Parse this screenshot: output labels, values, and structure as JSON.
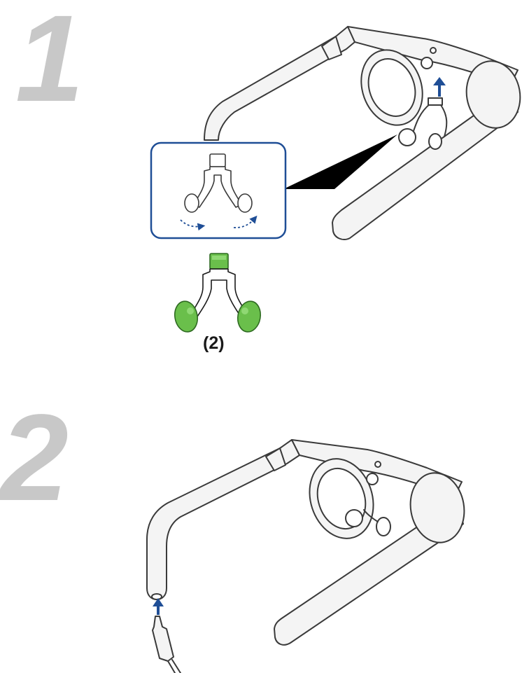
{
  "steps": [
    {
      "number": "1"
    },
    {
      "number": "2"
    }
  ],
  "part_label": "(2)",
  "colors": {
    "outline": "#3a3a3a",
    "frame_fill": "#f4f4f4",
    "arrow": "#1f4e96",
    "callout_border": "#1f4e96",
    "callout_wedge": "#000000",
    "nose_pad_green": "#6abf4b",
    "nose_pad_green_dark": "#2f6b22",
    "step_number": "#c8c8c8"
  },
  "icons": {
    "insert_arrow": "up-arrow-icon",
    "rotate_arrow": "curved-dashed-arrow-icon"
  }
}
